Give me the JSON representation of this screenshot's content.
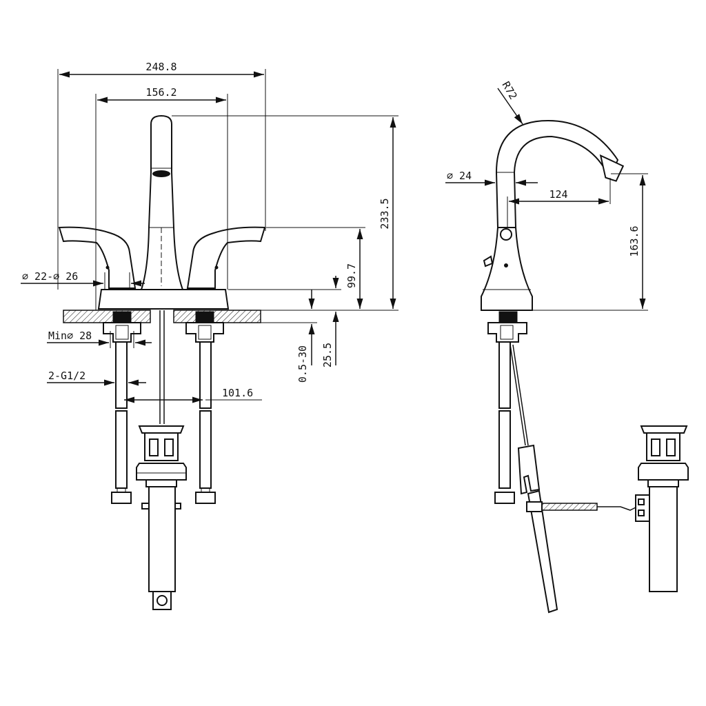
{
  "front_view": {
    "dim_overall_width": "248.8",
    "dim_center_width": "156.2",
    "dim_height": "233.5",
    "dim_handle_height": "99.7",
    "dim_hole_dia": "∅ 22-∅ 26",
    "dim_min_dia": "Min∅ 28",
    "dim_thread": "2-G1/2",
    "dim_hose_spacing": "101.6",
    "dim_deck_thickness": "0.5-30",
    "dim_base_height": "25.5"
  },
  "side_view": {
    "dim_radius": "R72",
    "dim_spout_dia": "∅ 24",
    "dim_reach": "124",
    "dim_spout_height": "163.6"
  }
}
